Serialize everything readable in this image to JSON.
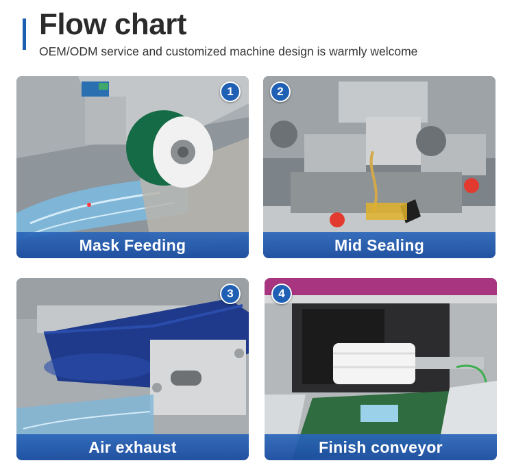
{
  "header": {
    "title": "Flow chart",
    "subtitle": "OEM/ODM service and customized machine design is warmly welcome"
  },
  "steps": [
    {
      "number": "1",
      "caption": "Mask Feeding"
    },
    {
      "number": "2",
      "caption": "Mid Sealing"
    },
    {
      "number": "3",
      "caption": "Air exhaust"
    },
    {
      "number": "4",
      "caption": "Finish conveyor"
    }
  ],
  "colors": {
    "accent": "#1d5fae",
    "caption_band": "#2a66ba",
    "badge": "#1f5fb4"
  }
}
